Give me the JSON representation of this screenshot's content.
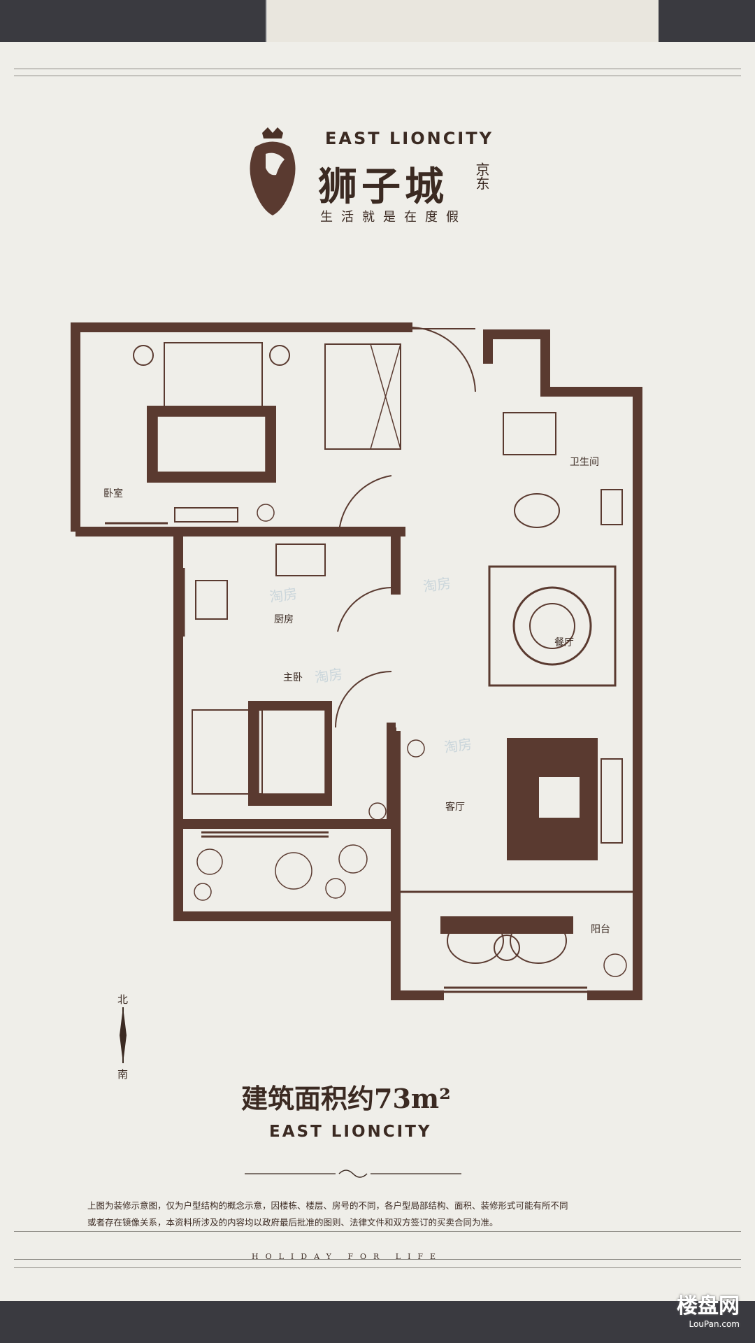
{
  "brand": {
    "name_en": "EAST LIONCITY",
    "name_cn": "狮子城",
    "city": "京东",
    "slogan": "生活就是在度假"
  },
  "rooms": {
    "bedroom": "卧室",
    "bathroom": "卫生间",
    "kitchen": "厨房",
    "dining": "餐厅",
    "master_bedroom": "主卧",
    "living": "客厅",
    "balcony": "阳台"
  },
  "compass": {
    "north": "北",
    "south": "南"
  },
  "area_text": "建筑面积约73m²",
  "area_en": "EAST LIONCITY",
  "disclaimer": {
    "line1": "上图为装修示意图，仅为户型结构的概念示意，因楼栋、楼层、房号的不同，各户型局部结构、面积、装修形式可能有所不同",
    "line2": "或者存在镜像关系，本资料所涉及的内容均以政府最后批准的图则、法律文件和双方签订的买卖合同为准。"
  },
  "footer_text": "HOLIDAY FOR LIFE",
  "watermarks": {
    "small": "淘房",
    "site_cn": "楼盘网",
    "site_en": "LouPan.com"
  },
  "colors": {
    "wall": "#5a3a30",
    "ink": "#3b2a22",
    "paper": "#efeee9"
  }
}
